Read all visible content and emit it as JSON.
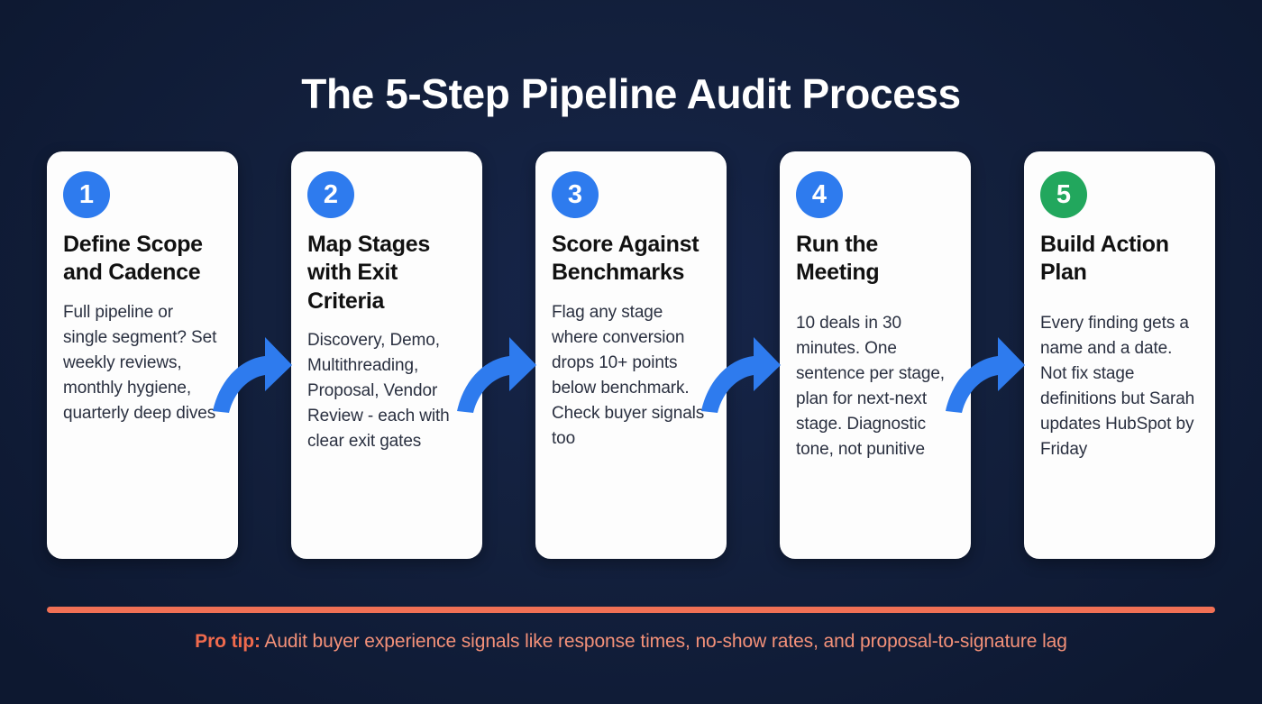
{
  "title": "The 5-Step Pipeline Audit Process",
  "colors": {
    "background_dark": "#0d1830",
    "background_center": "#16254a",
    "card_background": "#fdfdfd",
    "badge_blue": "#2e7bee",
    "badge_green": "#22a75d",
    "arrow_blue": "#2e7bee",
    "accent_coral": "#f07055",
    "pro_tip_text": "#f49179",
    "heading_text": "#111111",
    "body_text": "#2a3040"
  },
  "steps": [
    {
      "number": "1",
      "badge_color": "blue",
      "title": "Define Scope and Cadence",
      "body": "Full pipeline or single segment? Set weekly reviews, monthly hygiene, quarterly deep dives"
    },
    {
      "number": "2",
      "badge_color": "blue",
      "title": "Map Stages with Exit Criteria",
      "body": "Discovery, Demo, Multithreading, Proposal, Vendor Review - each with clear exit gates"
    },
    {
      "number": "3",
      "badge_color": "blue",
      "title": "Score Against Benchmarks",
      "body": "Flag any stage where conversion drops 10+ points below benchmark. Check buyer signals too"
    },
    {
      "number": "4",
      "badge_color": "blue",
      "title": "Run the Meeting",
      "body": "10 deals in 30 minutes. One sentence per stage, plan for next-next stage. Diagnostic tone, not punitive"
    },
    {
      "number": "5",
      "badge_color": "green",
      "title": "Build Action Plan",
      "body": "Every finding gets a name and a date. Not fix stage definitions but Sarah updates HubSpot by Friday"
    }
  ],
  "connectors": [
    {
      "name": "arrow-step-1-to-2"
    },
    {
      "name": "arrow-step-2-to-3"
    },
    {
      "name": "arrow-step-3-to-4"
    },
    {
      "name": "arrow-step-4-to-5"
    }
  ],
  "footer": {
    "pro_tip_label": "Pro tip:",
    "pro_tip_text": " Audit buyer experience signals like response times, no-show rates, and proposal-to-signature lag"
  }
}
